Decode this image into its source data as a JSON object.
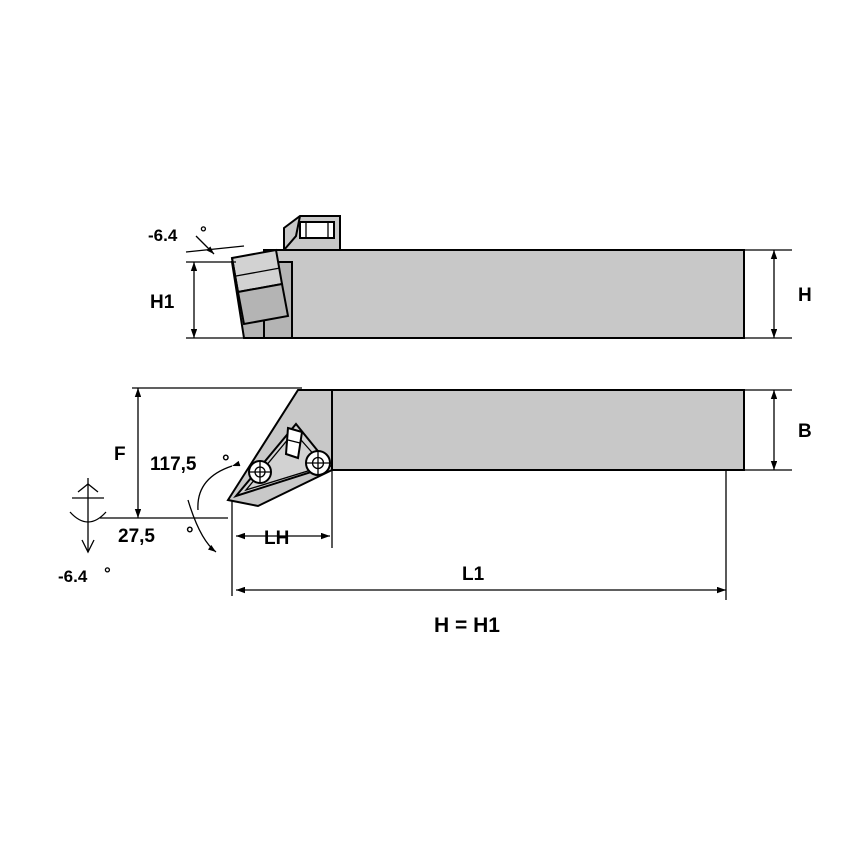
{
  "drawing": {
    "title": "Turning toolholder technical drawing",
    "views": [
      {
        "name": "side-view",
        "description": "Side elevation of toolholder shank with insert"
      },
      {
        "name": "top-view",
        "description": "Top plan view of toolholder shank with triangular insert seat"
      }
    ],
    "labels": {
      "angle_top_rake": "-6.4",
      "degree_symbol": "°",
      "h1": "H1",
      "h": "H",
      "b": "B",
      "f": "F",
      "lh": "LH",
      "l1": "L1",
      "angle_major": "117,5",
      "angle_minor": "27,5",
      "angle_bottom": "-6.4",
      "note": "H = H1"
    },
    "annotations": [
      {
        "name": "angle-minus-6-4-top",
        "text": "-6.4",
        "unit": "°"
      },
      {
        "name": "dimension-h1",
        "text": "H1"
      },
      {
        "name": "dimension-h",
        "text": "H"
      },
      {
        "name": "dimension-b",
        "text": "B"
      },
      {
        "name": "dimension-f",
        "text": "F"
      },
      {
        "name": "angle-117-5",
        "text": "117,5",
        "unit": "°"
      },
      {
        "name": "angle-27-5",
        "text": "27,5",
        "unit": "°"
      },
      {
        "name": "angle-minus-6-4-bottom",
        "text": "-6.4",
        "unit": "°"
      },
      {
        "name": "dimension-lh",
        "text": "LH"
      },
      {
        "name": "dimension-l1",
        "text": "L1"
      },
      {
        "name": "note-h-equals-h1",
        "text": "H = H1"
      }
    ],
    "colors": {
      "body": "#c8c8c8",
      "body_dark": "#b4b4b4",
      "insert": "#d2d2d2",
      "line": "#000000",
      "background": "#ffffff"
    }
  }
}
